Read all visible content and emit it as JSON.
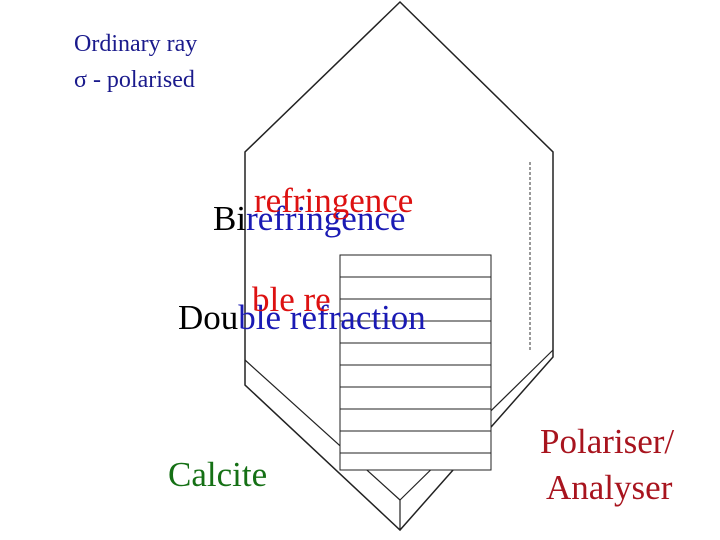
{
  "labels": {
    "ordinary_ray": "Ordinary ray",
    "sigma_polarised": "σ - polarised",
    "bi_prefix": "Bi",
    "refringence_red": "refringence",
    "refringence_blue": "refringence",
    "dou_prefix": "Dou",
    "ble_re_red": "ble re",
    "ble_refraction_blue": "ble refraction",
    "calcite": "Calcite",
    "polariser": "Polariser/",
    "analyser": "Analyser"
  },
  "colors": {
    "ordinary_ray": "#1a1a8c",
    "black_text": "#000000",
    "red_overlay": "#dd1111",
    "blue_text": "#1a1ab4",
    "calcite": "#157015",
    "polariser": "#a8141e",
    "crystal_outline": "#222222"
  }
}
